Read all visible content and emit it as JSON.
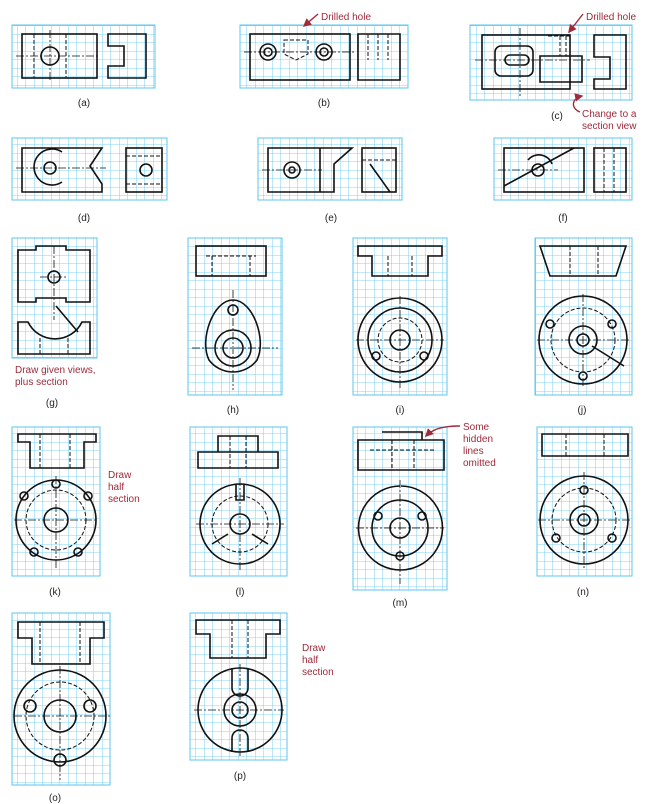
{
  "colors": {
    "grid": "#5ec6ef",
    "annotation": "#9e2a3a",
    "lines": "#111111"
  },
  "panels": [
    {
      "id": "a",
      "label": "(a)"
    },
    {
      "id": "b",
      "label": "(b)",
      "note": "Drilled hole"
    },
    {
      "id": "c",
      "label": "(c)",
      "note": "Drilled hole",
      "note2_line1": "Change to a",
      "note2_line2": "section view"
    },
    {
      "id": "d",
      "label": "(d)"
    },
    {
      "id": "e",
      "label": "(e)"
    },
    {
      "id": "f",
      "label": "(f)"
    },
    {
      "id": "g",
      "label": "(g)",
      "note_line1": "Draw given views,",
      "note_line2": "plus section"
    },
    {
      "id": "h",
      "label": "(h)"
    },
    {
      "id": "i",
      "label": "(i)"
    },
    {
      "id": "j",
      "label": "(j)"
    },
    {
      "id": "k",
      "label": "(k)",
      "note_line1": "Draw",
      "note_line2": "half",
      "note_line3": "section"
    },
    {
      "id": "l",
      "label": "(l)"
    },
    {
      "id": "m",
      "label": "(m)",
      "note_line1": "Some",
      "note_line2": "hidden",
      "note_line3": "lines",
      "note_line4": "omitted"
    },
    {
      "id": "n",
      "label": "(n)"
    },
    {
      "id": "o",
      "label": "(o)"
    },
    {
      "id": "p",
      "label": "(p)",
      "note_line1": "Draw",
      "note_line2": "half",
      "note_line3": "section"
    }
  ]
}
